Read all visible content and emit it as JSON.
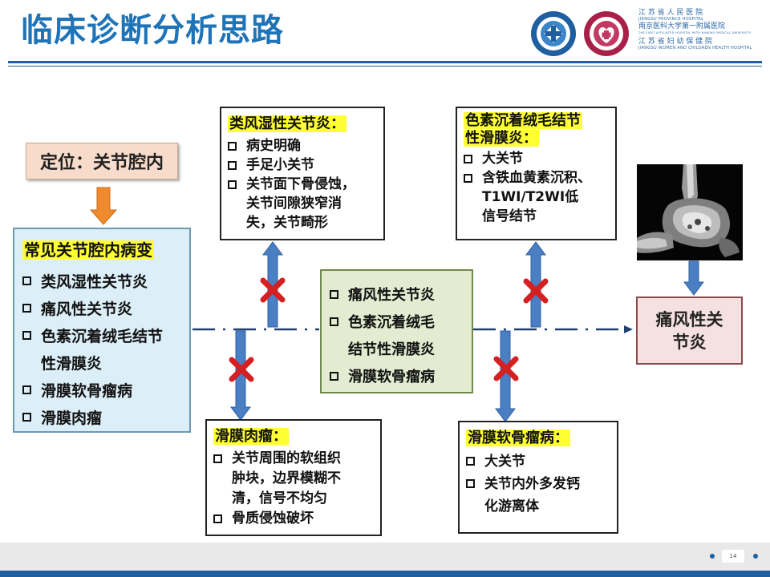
{
  "header": {
    "title": "临床诊断分析思路",
    "hospital1_name": "江 苏 省 人 民 医 院",
    "hospital1_en": "JIANGSU PROVINCE HOSPITAL",
    "hospital1_sub": "南京医科大学第一附属医院",
    "hospital1_sub_en": "THE FIRST AFFILIATED HOSPITAL WITH NANJING MEDICAL UNIVERSITY",
    "hospital2_name": "江 苏 省 妇 幼 保 健 院",
    "hospital2_en": "JIANGSU WOMEN AND CHILDREN HEALTH HOSPITAL"
  },
  "location": {
    "label": "定位：关节腔内"
  },
  "common": {
    "title": "常见关节腔内病变",
    "items": [
      "类风湿性关节炎",
      "痛风性关节炎",
      "色素沉着绒毛结节",
      "性滑膜炎",
      "滑膜软骨瘤病",
      "滑膜肉瘤"
    ]
  },
  "ra": {
    "title": "类风湿性关节炎：",
    "items": [
      "病史明确",
      "手足小关节",
      "关节面下骨侵蚀，",
      "关节间隙狭窄消",
      "失，关节畸形"
    ]
  },
  "pvns": {
    "title1": "色素沉着绒毛结节",
    "title2": "性滑膜炎：",
    "items": [
      "大关节",
      "含铁血黄素沉积、",
      "T1WI/T2WI低",
      "信号结节"
    ]
  },
  "center": {
    "items": [
      "痛风性关节炎",
      "色素沉着绒毛",
      "结节性滑膜炎",
      "滑膜软骨瘤病"
    ]
  },
  "sarcoma": {
    "title": "滑膜肉瘤：",
    "items": [
      "关节周围的软组织",
      "肿块，边界模糊不",
      "清，信号不均匀",
      "骨质侵蚀破坏"
    ]
  },
  "chondro": {
    "title": "滑膜软骨瘤病：",
    "items": [
      "大关节",
      "关节内外多发钙",
      "化游离体"
    ]
  },
  "result": {
    "label1": "痛风性关",
    "label2": "节炎"
  },
  "page": {
    "number": "14"
  },
  "colors": {
    "accent": "#1f73b7",
    "cross": "#d42020",
    "arrow_blue": "#4a7fc4",
    "arrow_orange": "#f08a2e"
  }
}
